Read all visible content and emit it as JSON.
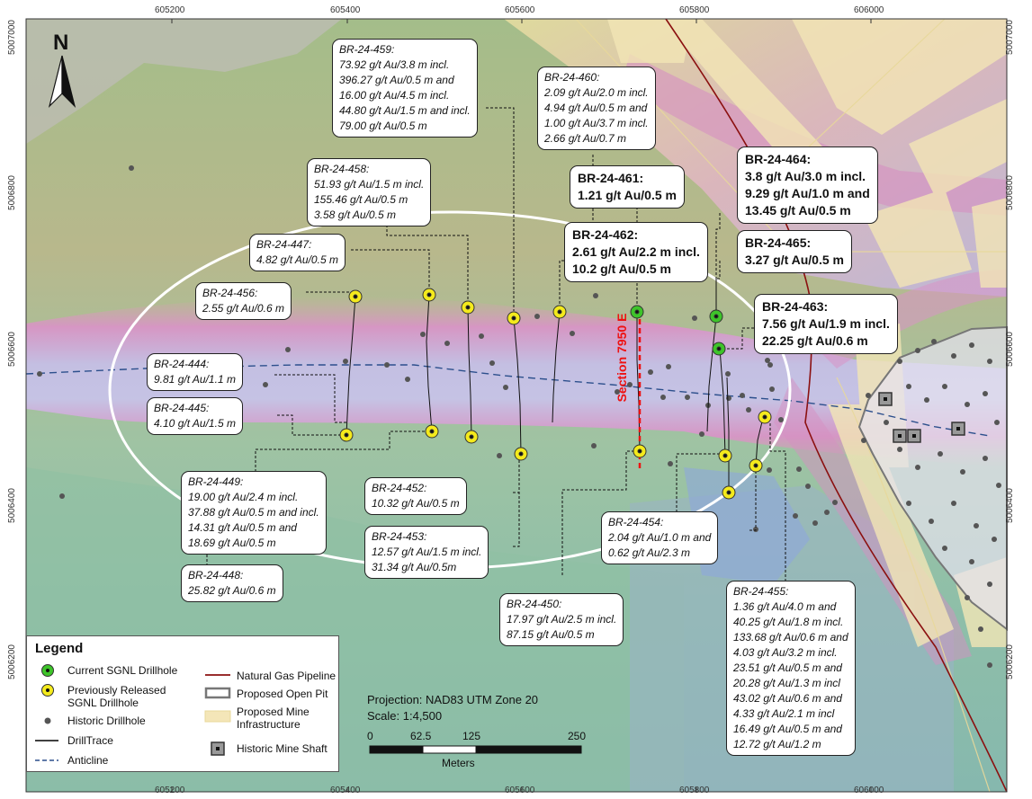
{
  "x_axis": {
    "ticks": [
      "605200",
      "605400",
      "605600",
      "605800",
      "606000"
    ]
  },
  "y_axis": {
    "ticks": [
      "5007000",
      "5006800",
      "5006600",
      "5006400",
      "5006200"
    ]
  },
  "north_arrow": {
    "label": "N",
    "icon": "north-arrow-icon"
  },
  "section_label": "Section 7950 E",
  "callouts": [
    {
      "id": "br-24-459",
      "style": "italic",
      "lines": [
        "BR-24-459:",
        "73.92 g/t Au/3.8 m incl.",
        "396.27 g/t Au/0.5 m and",
        "16.00 g/t Au/4.5 m incl.",
        "44.80 g/t Au/1.5 m and incl.",
        "79.00 g/t Au/0.5 m"
      ]
    },
    {
      "id": "br-24-460",
      "style": "italic",
      "lines": [
        "BR-24-460:",
        "2.09 g/t Au/2.0 m incl.",
        "4.94 g/t Au/0.5 m and",
        "1.00 g/t Au/3.7 m incl.",
        "2.66 g/t Au/0.7 m"
      ]
    },
    {
      "id": "br-24-458",
      "style": "italic",
      "lines": [
        "BR-24-458:",
        "51.93 g/t Au/1.5 m incl.",
        "155.46 g/t Au/0.5 m",
        "3.58 g/t Au/0.5 m"
      ]
    },
    {
      "id": "br-24-461",
      "style": "bold",
      "lines": [
        "BR-24-461:",
        "1.21 g/t Au/0.5 m"
      ]
    },
    {
      "id": "br-24-464",
      "style": "bold",
      "lines": [
        "BR-24-464:",
        "3.8 g/t Au/3.0 m incl.",
        "9.29 g/t Au/1.0 m and",
        "13.45 g/t Au/0.5 m"
      ]
    },
    {
      "id": "br-24-462",
      "style": "bold",
      "lines": [
        "BR-24-462:",
        "2.61 g/t Au/2.2 m incl.",
        "10.2 g/t Au/0.5 m"
      ]
    },
    {
      "id": "br-24-465",
      "style": "bold",
      "lines": [
        "BR-24-465:",
        "3.27 g/t Au/0.5 m"
      ]
    },
    {
      "id": "br-24-447",
      "style": "italic",
      "lines": [
        "BR-24-447:",
        "4.82 g/t Au/0.5 m"
      ]
    },
    {
      "id": "br-24-456",
      "style": "italic",
      "lines": [
        "BR-24-456:",
        "2.55 g/t Au/0.6 m"
      ]
    },
    {
      "id": "br-24-463",
      "style": "bold",
      "lines": [
        "BR-24-463:",
        "7.56 g/t Au/1.9 m incl.",
        "22.25 g/t Au/0.6 m"
      ]
    },
    {
      "id": "br-24-444",
      "style": "italic",
      "lines": [
        "BR-24-444:",
        "9.81 g/t Au/1.1 m"
      ]
    },
    {
      "id": "br-24-445",
      "style": "italic",
      "lines": [
        "BR-24-445:",
        "4.10 g/t Au/1.5 m"
      ]
    },
    {
      "id": "br-24-449",
      "style": "italic",
      "lines": [
        "BR-24-449:",
        "19.00 g/t Au/2.4 m incl.",
        "37.88 g/t Au/0.5 m and incl.",
        "14.31 g/t Au/0.5 m and",
        "18.69 g/t Au/0.5 m"
      ]
    },
    {
      "id": "br-24-452",
      "style": "italic",
      "lines": [
        "BR-24-452:",
        "10.32 g/t Au/0.5 m"
      ]
    },
    {
      "id": "br-24-454",
      "style": "italic",
      "lines": [
        "BR-24-454:",
        "2.04 g/t Au/1.0 m and",
        "0.62 g/t Au/2.3 m"
      ]
    },
    {
      "id": "br-24-453",
      "style": "italic",
      "lines": [
        "BR-24-453:",
        "12.57 g/t Au/1.5 m incl.",
        "31.34 g/t Au/0.5m"
      ]
    },
    {
      "id": "br-24-448",
      "style": "italic",
      "lines": [
        "BR-24-448:",
        "25.82 g/t Au/0.6 m"
      ]
    },
    {
      "id": "br-24-450",
      "style": "italic",
      "lines": [
        "BR-24-450:",
        "17.97 g/t Au/2.5 m incl.",
        " 87.15 g/t Au/0.5 m"
      ]
    },
    {
      "id": "br-24-455",
      "style": "italic",
      "lines": [
        "BR-24-455:",
        "1.36 g/t Au/4.0 m and",
        "40.25 g/t Au/1.8 m incl.",
        "133.68 g/t Au/0.6 m and",
        "4.03 g/t Au/3.2 m incl.",
        "23.51 g/t Au/0.5 m and",
        "20.28 g/t Au/1.3 m incl",
        "43.02 g/t Au/0.6 m and",
        "4.33 g/t Au/2.1 m incl",
        "16.49 g/t Au/0.5 m and",
        "12.72 g/t Au/1.2 m"
      ]
    }
  ],
  "legend": {
    "title": "Legend",
    "items": [
      {
        "label": "Current SGNL Drillhole",
        "icon": "green-drillhole-icon",
        "color": "#3ec42a"
      },
      {
        "label": "Previously Released SGNL Drillhole",
        "icon": "yellow-drillhole-icon",
        "color": "#f4ea1c"
      },
      {
        "label": "Historic Drillhole",
        "icon": "historic-drillhole-icon",
        "color": "#555555"
      },
      {
        "label": "DrillTrace",
        "icon": "drill-trace-icon",
        "color": "#000000"
      },
      {
        "label": "Anticline",
        "icon": "anticline-icon",
        "color": "#2c4f8c"
      },
      {
        "label": "Natural Gas Pipeline",
        "icon": "pipeline-icon",
        "color": "#8b1010"
      },
      {
        "label": "Proposed Open Pit",
        "icon": "open-pit-icon",
        "color": "#777777"
      },
      {
        "label": "Proposed Mine Infrastructure",
        "icon": "mine-infrastructure-icon",
        "color": "#f4e6b8"
      },
      {
        "label": "Historic Mine Shaft",
        "icon": "mine-shaft-icon",
        "color": "#999999"
      }
    ]
  },
  "projection": "Projection: NAD83 UTM Zone 20",
  "scale": "Scale: 1:4,500",
  "scale_bar": {
    "ticks": [
      "0",
      "62.5",
      "125",
      "250"
    ],
    "unit": "Meters"
  },
  "colors": {
    "green_zone": "#8fc79a",
    "pink_band": "#d592c6",
    "lavender_band": "#c3bde6",
    "yellow_zone": "#eee6a8",
    "ellipse": "#ffffff",
    "section_line": "#ee1111"
  }
}
